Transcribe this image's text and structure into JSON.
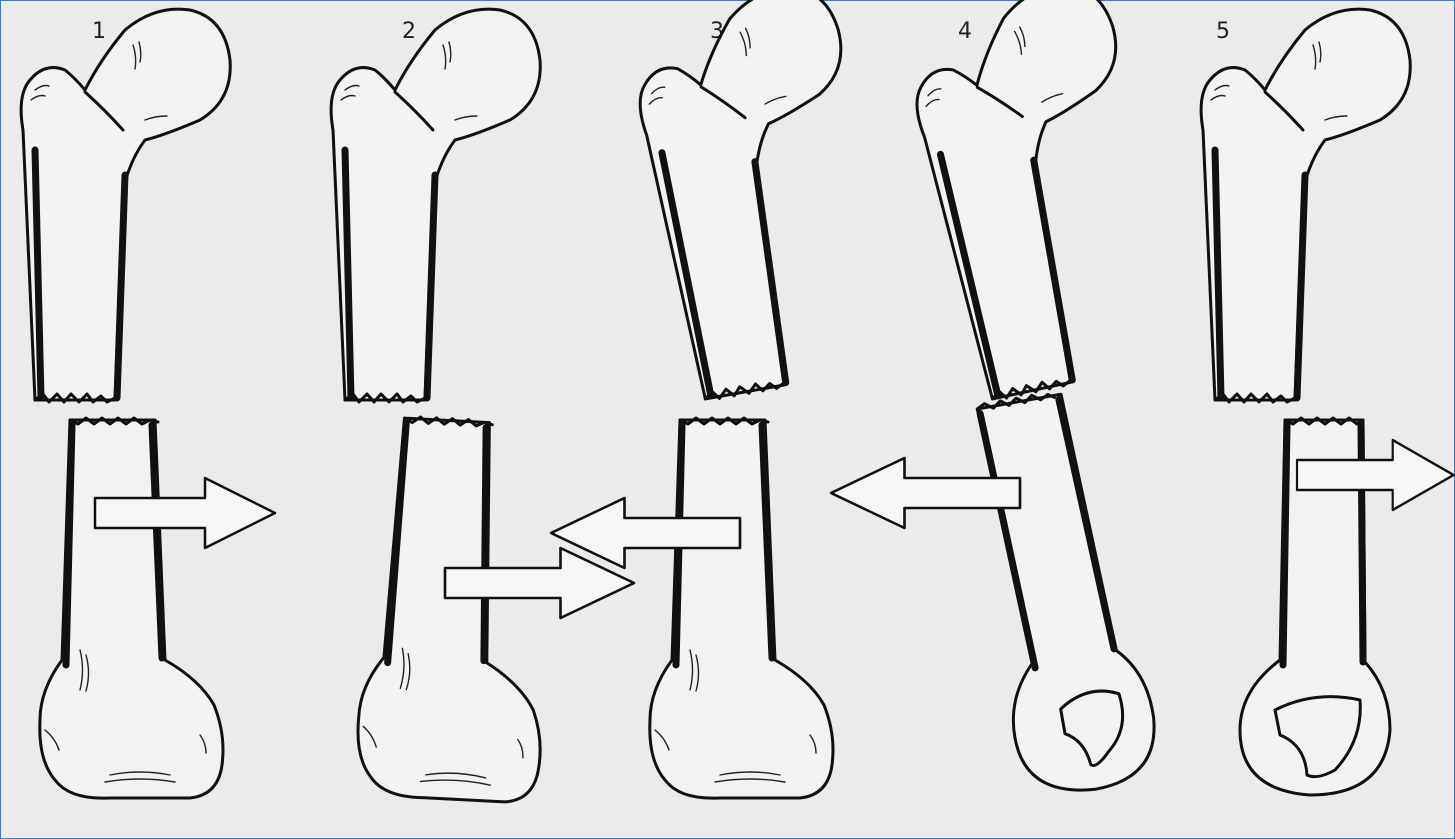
{
  "panels": [
    {
      "label": "1",
      "displacement": "none",
      "arrow_direction": "right"
    },
    {
      "label": "2",
      "displacement": "lateral",
      "arrow_direction": "right"
    },
    {
      "label": "3",
      "displacement": "angular",
      "arrow_direction": "left"
    },
    {
      "label": "4",
      "displacement": "angular-rotational",
      "arrow_direction": "left"
    },
    {
      "label": "5",
      "displacement": "rotational",
      "arrow_direction": "right"
    }
  ],
  "colors": {
    "background": "#ebebe9",
    "ink": "#111111",
    "border": "#4a78b8"
  }
}
